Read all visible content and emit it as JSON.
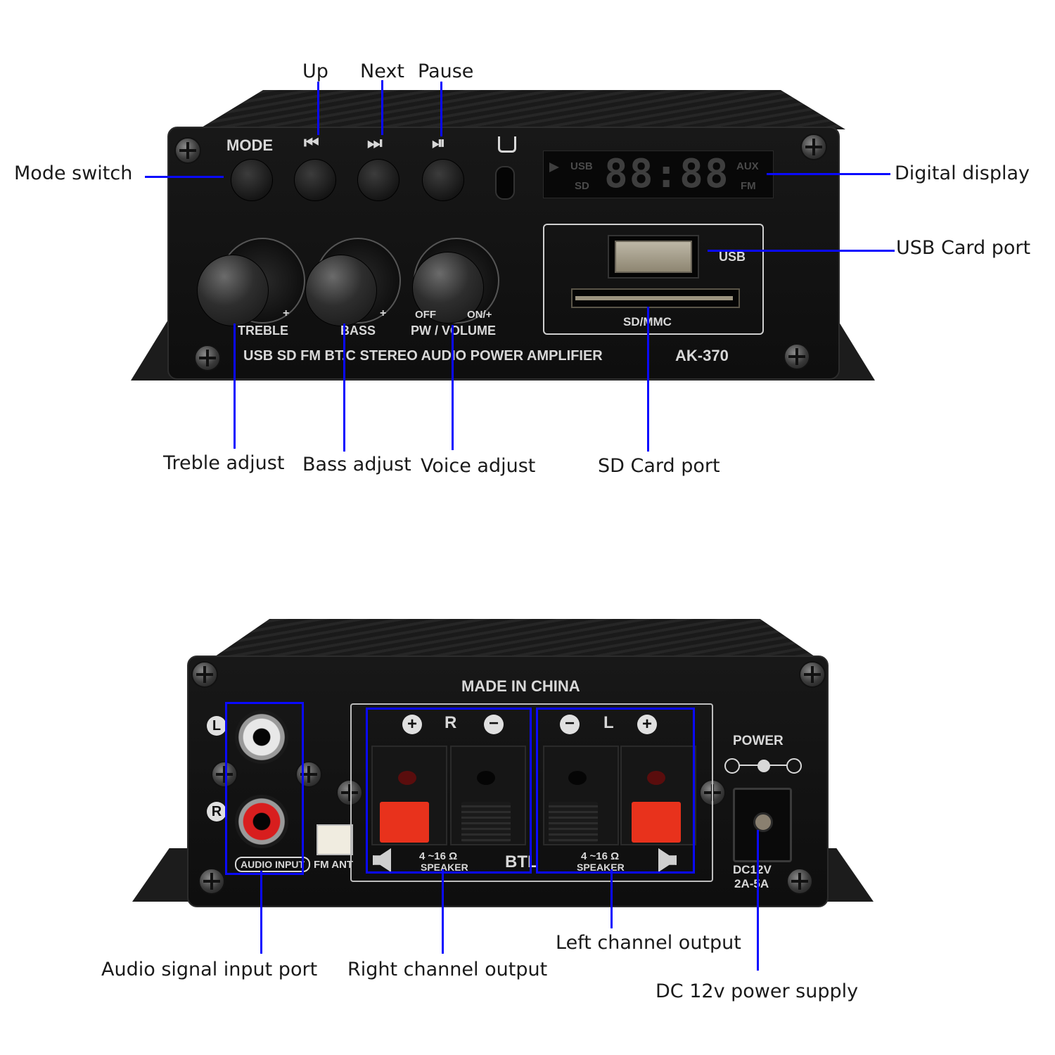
{
  "callouts": {
    "up": "Up",
    "next": "Next",
    "pause": "Pause",
    "mode_switch": "Mode switch",
    "digital_display": "Digital display",
    "usb_card_port": "USB Card port",
    "treble_adjust": "Treble adjust",
    "bass_adjust": "Bass adjust",
    "voice_adjust": "Voice adjust",
    "sd_card_port": "SD Card port",
    "audio_signal_input_port": "Audio signal input port",
    "right_channel_output": "Right channel output",
    "left_channel_output": "Left channel output",
    "dc_power_supply": "DC 12v power supply"
  },
  "front_panel": {
    "mode_label": "MODE",
    "prev_icon": "⏮",
    "next_icon": "⏭",
    "pause_icon": "⏯",
    "display_usb": "USB",
    "display_sd": "SD",
    "display_aux": "AUX",
    "display_fm": "FM",
    "display_digits": "88:88",
    "usb_label": "USB",
    "sdmmc_label": "SD/MMC",
    "treble_label": "TREBLE",
    "bass_label": "BASS",
    "volume_label": "PW / VOLUME",
    "volume_off": "OFF",
    "volume_on": "ON/+",
    "plus": "+",
    "product_line": "USB SD FM BT.C STEREO AUDIO POWER AMPLIFIER",
    "model": "AK-370"
  },
  "back_panel": {
    "made_in": "MADE IN CHINA",
    "l": "L",
    "r": "R",
    "audio_input": "AUDIO INPUT",
    "fm_ant": "FM ANT",
    "speaker_r_plus": "+",
    "speaker_r_label": "R",
    "speaker_r_minus": "−",
    "speaker_l_minus": "−",
    "speaker_l_label": "L",
    "speaker_l_plus": "+",
    "ohm": "4 ~16 Ω",
    "speaker": "SPEAKER",
    "btl": "BTL",
    "power": "POWER",
    "dc_rating": "DC12V",
    "amp_rating": "2A-5A"
  },
  "colors": {
    "leader": "#0a0aff",
    "chassis": "#111111",
    "red_lever": "#e8321c"
  }
}
